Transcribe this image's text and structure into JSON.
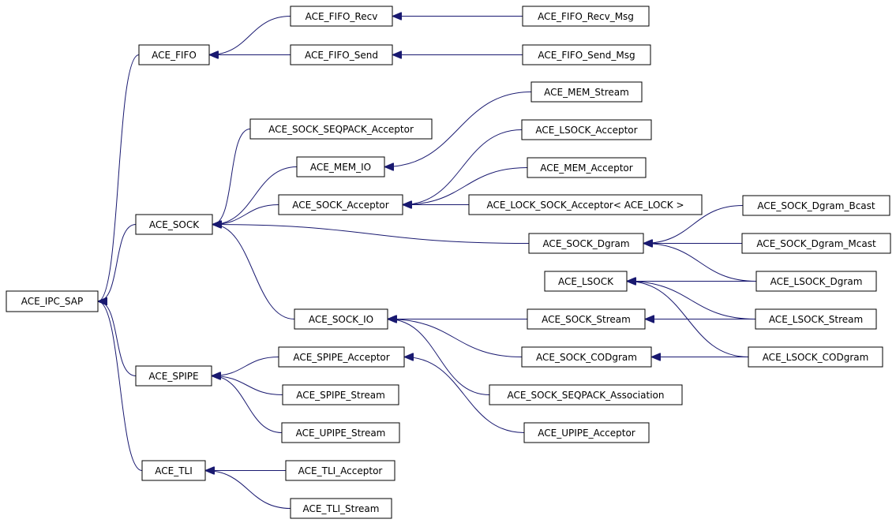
{
  "colors": {
    "edge": "#191970",
    "node_border": "#000000",
    "node_fill": "#ffffff",
    "text": "#000000"
  },
  "nodes": {
    "ipc_sap": "ACE_IPC_SAP",
    "fifo": "ACE_FIFO",
    "fifo_recv": "ACE_FIFO_Recv",
    "fifo_recv_msg": "ACE_FIFO_Recv_Msg",
    "fifo_send": "ACE_FIFO_Send",
    "fifo_send_msg": "ACE_FIFO_Send_Msg",
    "mem_stream": "ACE_MEM_Stream",
    "sock_seqpack_acceptor": "ACE_SOCK_SEQPACK_Acceptor",
    "lsock_acceptor": "ACE_LSOCK_Acceptor",
    "mem_io": "ACE_MEM_IO",
    "mem_acceptor": "ACE_MEM_Acceptor",
    "sock_acceptor": "ACE_SOCK_Acceptor",
    "lock_sock_acceptor": "ACE_LOCK_SOCK_Acceptor< ACE_LOCK >",
    "sock_dgram_bcast": "ACE_SOCK_Dgram_Bcast",
    "sock": "ACE_SOCK",
    "sock_dgram": "ACE_SOCK_Dgram",
    "sock_dgram_mcast": "ACE_SOCK_Dgram_Mcast",
    "lsock": "ACE_LSOCK",
    "lsock_dgram": "ACE_LSOCK_Dgram",
    "sock_io": "ACE_SOCK_IO",
    "sock_stream": "ACE_SOCK_Stream",
    "lsock_stream": "ACE_LSOCK_Stream",
    "spipe_acceptor": "ACE_SPIPE_Acceptor",
    "sock_codgram": "ACE_SOCK_CODgram",
    "lsock_codgram": "ACE_LSOCK_CODgram",
    "spipe": "ACE_SPIPE",
    "spipe_stream": "ACE_SPIPE_Stream",
    "sock_seqpack_association": "ACE_SOCK_SEQPACK_Association",
    "upipe_stream": "ACE_UPIPE_Stream",
    "upipe_acceptor": "ACE_UPIPE_Acceptor",
    "tli": "ACE_TLI",
    "tli_acceptor": "ACE_TLI_Acceptor",
    "tli_stream": "ACE_TLI_Stream"
  },
  "edges": [
    [
      "fifo",
      "ipc_sap"
    ],
    [
      "sock",
      "ipc_sap"
    ],
    [
      "spipe",
      "ipc_sap"
    ],
    [
      "tli",
      "ipc_sap"
    ],
    [
      "fifo_recv",
      "fifo"
    ],
    [
      "fifo_send",
      "fifo"
    ],
    [
      "fifo_recv_msg",
      "fifo_recv"
    ],
    [
      "fifo_send_msg",
      "fifo_send"
    ],
    [
      "sock_seqpack_acceptor",
      "sock"
    ],
    [
      "mem_io",
      "sock"
    ],
    [
      "sock_acceptor",
      "sock"
    ],
    [
      "sock_dgram",
      "sock"
    ],
    [
      "sock_io",
      "sock"
    ],
    [
      "mem_stream",
      "mem_io"
    ],
    [
      "lsock_acceptor",
      "sock_acceptor"
    ],
    [
      "mem_acceptor",
      "sock_acceptor"
    ],
    [
      "lock_sock_acceptor",
      "sock_acceptor"
    ],
    [
      "sock_dgram_bcast",
      "sock_dgram"
    ],
    [
      "sock_dgram_mcast",
      "sock_dgram"
    ],
    [
      "lsock_dgram",
      "sock_dgram"
    ],
    [
      "lsock_dgram",
      "lsock"
    ],
    [
      "lsock_stream",
      "lsock"
    ],
    [
      "lsock_codgram",
      "lsock"
    ],
    [
      "sock_stream",
      "sock_io"
    ],
    [
      "sock_codgram",
      "sock_io"
    ],
    [
      "sock_seqpack_association",
      "sock_io"
    ],
    [
      "lsock_stream",
      "sock_stream"
    ],
    [
      "lsock_codgram",
      "sock_codgram"
    ],
    [
      "spipe_acceptor",
      "spipe"
    ],
    [
      "spipe_stream",
      "spipe"
    ],
    [
      "upipe_stream",
      "spipe"
    ],
    [
      "upipe_acceptor",
      "spipe_acceptor"
    ],
    [
      "tli_acceptor",
      "tli"
    ],
    [
      "tli_stream",
      "tli"
    ]
  ]
}
